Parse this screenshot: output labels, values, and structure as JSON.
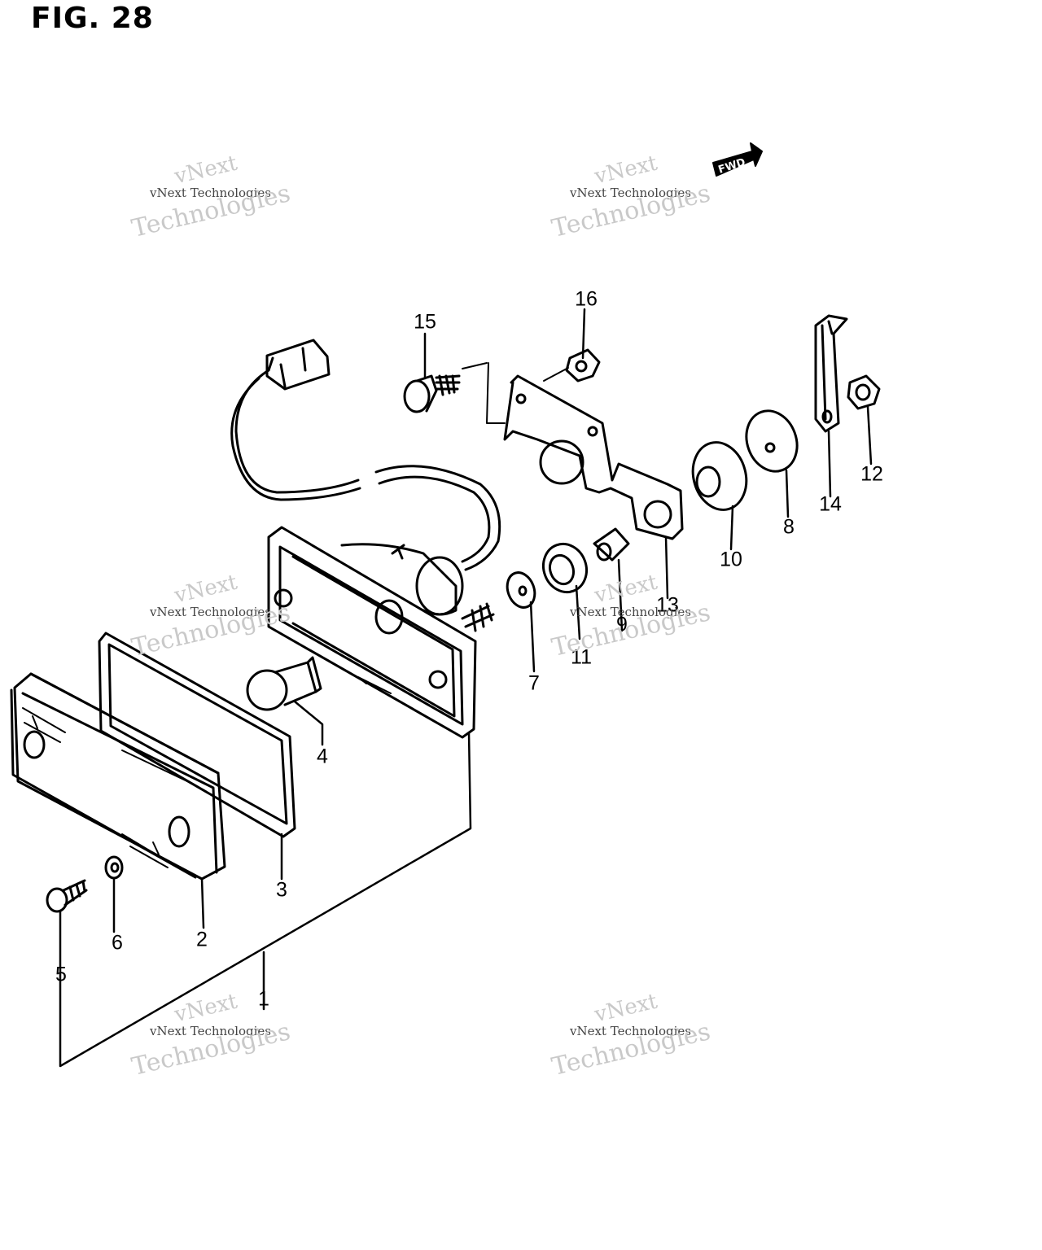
{
  "figure": {
    "title": "FIG. 28"
  },
  "fwd_label": "FWD",
  "callouts": {
    "c1": "1",
    "c2": "2",
    "c3": "3",
    "c4": "4",
    "c5": "5",
    "c6": "6",
    "c7": "7",
    "c8": "8",
    "c9": "9",
    "c10": "10",
    "c11": "11",
    "c12": "12",
    "c13": "13",
    "c14": "14",
    "c15": "15",
    "c16": "16"
  },
  "watermark": {
    "line1": "vNext",
    "line2": "vNext Technologies",
    "line3": "Technologies"
  }
}
